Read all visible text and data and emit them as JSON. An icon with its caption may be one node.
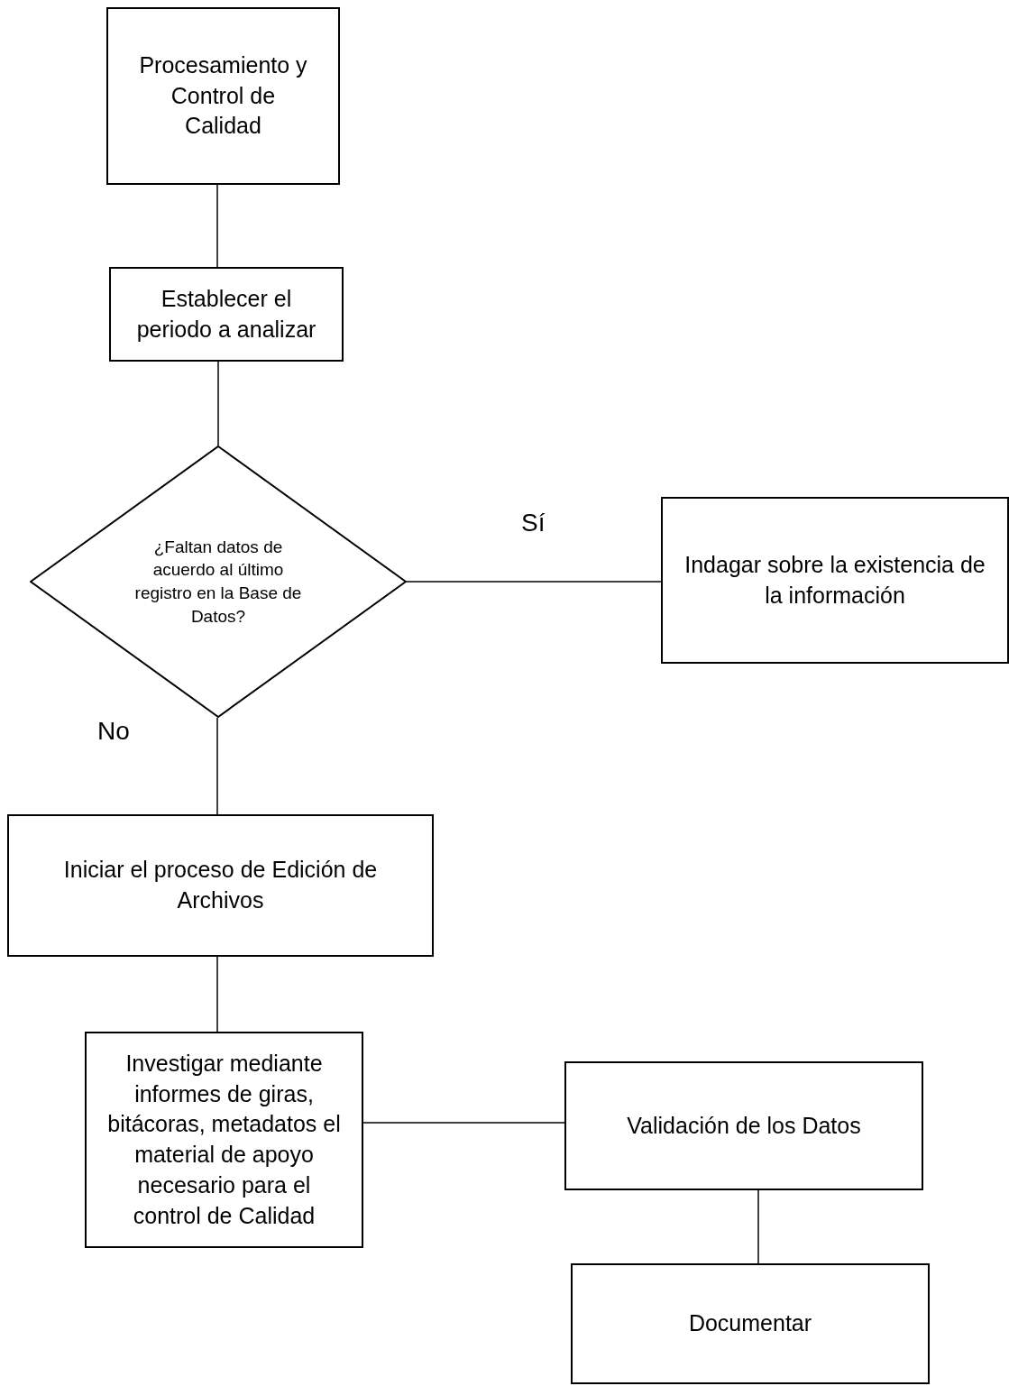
{
  "diagram": {
    "nodes": [
      {
        "text": [
          "Procesamiento y Control de Calidad"
        ]
      },
      {
        "text": [
          "Establecer el periodo a analizar"
        ]
      },
      {
        "text": [
          "¿Faltan datos de acuerdo al último registro en la Base de Datos?"
        ]
      },
      {
        "text": [
          "Indagar sobre la existencia de la información"
        ]
      },
      {
        "text": [
          "Iniciar el proceso de Edición de Archivos"
        ]
      },
      {
        "text": [
          "Investigar mediante informes de giras, bitácoras, metadatos el material de apoyo necesario para el control de Calidad"
        ]
      },
      {
        "text": [
          "Validación de los Datos"
        ]
      },
      {
        "text": [
          "Documentar"
        ]
      }
    ],
    "edges": [
      {
        "from": 0,
        "to": 1,
        "arrow": "none"
      },
      {
        "from": 1,
        "to": 2,
        "arrow": "none"
      },
      {
        "from": 2,
        "to": 3,
        "arrow": "none",
        "label": "Sí"
      },
      {
        "from": 2,
        "to": 4,
        "arrow": "none",
        "label": "No"
      },
      {
        "from": 4,
        "to": 5,
        "arrow": "none"
      },
      {
        "from": 5,
        "to": 6,
        "arrow": "none"
      },
      {
        "from": 6,
        "to": 7,
        "arrow": "none"
      }
    ]
  }
}
